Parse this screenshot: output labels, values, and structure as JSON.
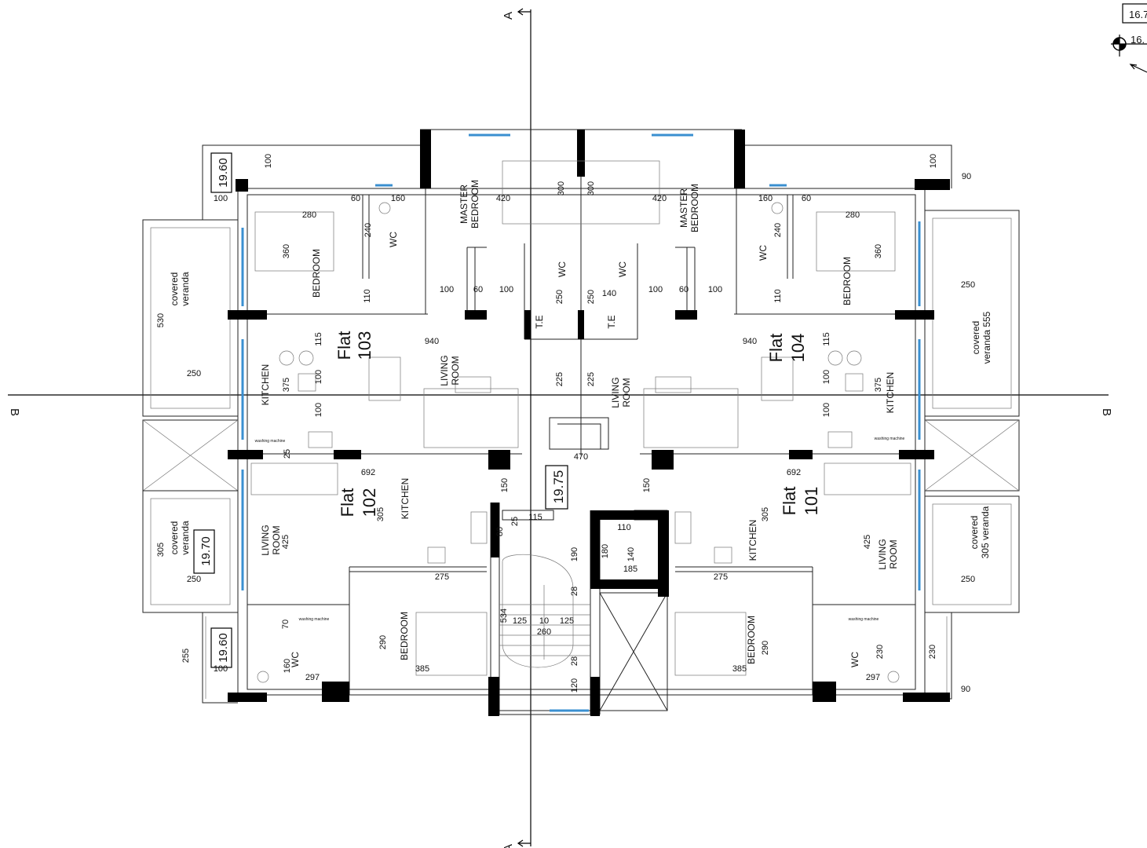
{
  "section_markers": {
    "a_top": "A",
    "a_bottom": "A",
    "b_left": "B",
    "b_right": "B"
  },
  "levels": {
    "top_left": "19.60",
    "bottom_left": "19.60",
    "veranda_left": "19.70",
    "stair": "19.75",
    "corner_box": "16.7",
    "corner_mark": "16."
  },
  "flats": {
    "f103": {
      "word": "Flat",
      "num": "103"
    },
    "f104": {
      "word": "Flat",
      "num": "104"
    },
    "f102": {
      "word": "Flat",
      "num": "102"
    },
    "f101": {
      "word": "Flat",
      "num": "101"
    }
  },
  "rooms": {
    "master_l1": "MASTER",
    "master_l2": "BEDROOM",
    "master_r1": "MASTER",
    "master_r2": "BEDROOM",
    "bed_tl": "BEDROOM",
    "bed_tr": "BEDROOM",
    "wc_tl": "WC",
    "wc_tr": "WC",
    "wc_cl": "WC",
    "wc_cr": "WC",
    "living_tl1": "LIVING",
    "living_tl2": "ROOM",
    "living_tr1": "LIVING",
    "living_tr2": "ROOM",
    "kitchen_tl": "KITCHEN",
    "kitchen_tr": "KITCHEN",
    "kitchen_bl": "KITCHEN",
    "kitchen_br": "KITCHEN",
    "living_bl1": "LIVING",
    "living_bl2": "ROOM",
    "living_br1": "LIVING",
    "living_br2": "ROOM",
    "bed_bl": "BEDROOM",
    "bed_br": "BEDROOM",
    "wc_bl": "WC",
    "wc_br": "WC",
    "ver_tl1": "covered",
    "ver_tl2": "veranda",
    "ver_tr1": "covered",
    "ver_tr2": "veranda 555",
    "ver_bl1": "covered",
    "ver_bl2": "veranda",
    "ver_br1": "covered",
    "ver_br2": "305 veranda",
    "wash_l": "washing machine",
    "wash_r": "washing machine",
    "wash_bl": "washing machine",
    "wash_br": "washing machine",
    "te_l": "T.E",
    "te_r": "T.E"
  },
  "dims": [
    "100",
    "100",
    "90",
    "100",
    "160",
    "60",
    "280",
    "420",
    "300",
    "300",
    "420",
    "160",
    "60",
    "280",
    "240",
    "240",
    "360",
    "360",
    "100",
    "60",
    "100",
    "250",
    "250",
    "140",
    "100",
    "60",
    "100",
    "110",
    "110",
    "530",
    "250",
    "115",
    "115",
    "940",
    "940",
    "250",
    "375",
    "100",
    "100",
    "100",
    "100",
    "375",
    "225",
    "225",
    "470",
    "25",
    "692",
    "692",
    "150",
    "150",
    "305",
    "305",
    "425",
    "425",
    "25",
    "115",
    "80",
    "110",
    "180",
    "140",
    "185",
    "190",
    "305",
    "250",
    "250",
    "275",
    "275",
    "534",
    "125",
    "10",
    "125",
    "260",
    "28",
    "28",
    "120",
    "290",
    "290",
    "385",
    "385",
    "255",
    "100",
    "160",
    "297",
    "297",
    "230",
    "230",
    "90",
    "70"
  ]
}
